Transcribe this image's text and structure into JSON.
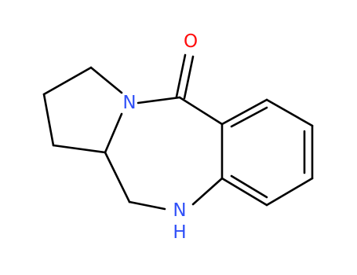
{
  "colors": {
    "bond": "#000000",
    "oxygen": "#ff0d0d",
    "nitrogen": "#3050f8"
  },
  "atoms": {
    "oxygen": {
      "symbol": "O"
    },
    "ring_nitrogen": {
      "symbol": "N"
    },
    "amine_nitrogen": {
      "symbol": "N",
      "hydrogen": "H"
    }
  }
}
